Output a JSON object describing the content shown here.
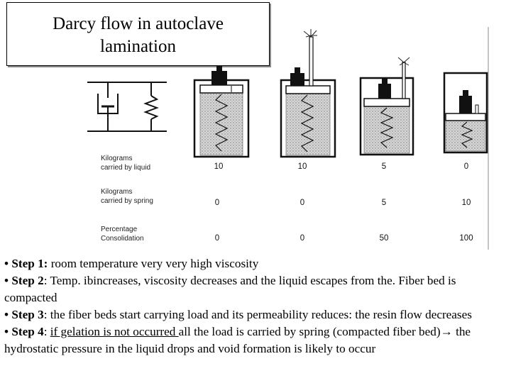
{
  "title": {
    "line1": "Darcy flow in  autoclave",
    "line2": "lamination"
  },
  "rows": [
    {
      "label1": "Kilograms",
      "label2": "carried  by  liquid",
      "values": [
        "10",
        "10",
        "5",
        "0"
      ]
    },
    {
      "label1": "Kilograms",
      "label2": "carried  by  spring",
      "values": [
        "0",
        "0",
        "5",
        "10"
      ]
    },
    {
      "label1": "Percentage",
      "label2": "Consolidation",
      "values": [
        "0",
        "0",
        "50",
        "100"
      ]
    }
  ],
  "steps": [
    {
      "num": "• Step 1:",
      "text": " room temperature very very high viscosity"
    },
    {
      "num": "• Step 2",
      "text": ": Temp. ibincreases, viscosity decreases and the liquid escapes from the. Fiber bed is compacted"
    },
    {
      "num": "• Step 3",
      "text": ": the fiber beds start carrying load and its permeability reduces: the resin flow decreases"
    },
    {
      "num": "• Step 4",
      "pre": ": ",
      "underlined": "if gelation is not occurred ",
      "text": " all the load is carried by spring (compacted fiber bed)",
      "arrow": "→",
      "text2": " the hydrostatic pressure in the liquid drops and void formation is likely to occur"
    }
  ],
  "colors": {
    "fluid": "#c8c8c8",
    "ink": "#111111"
  }
}
